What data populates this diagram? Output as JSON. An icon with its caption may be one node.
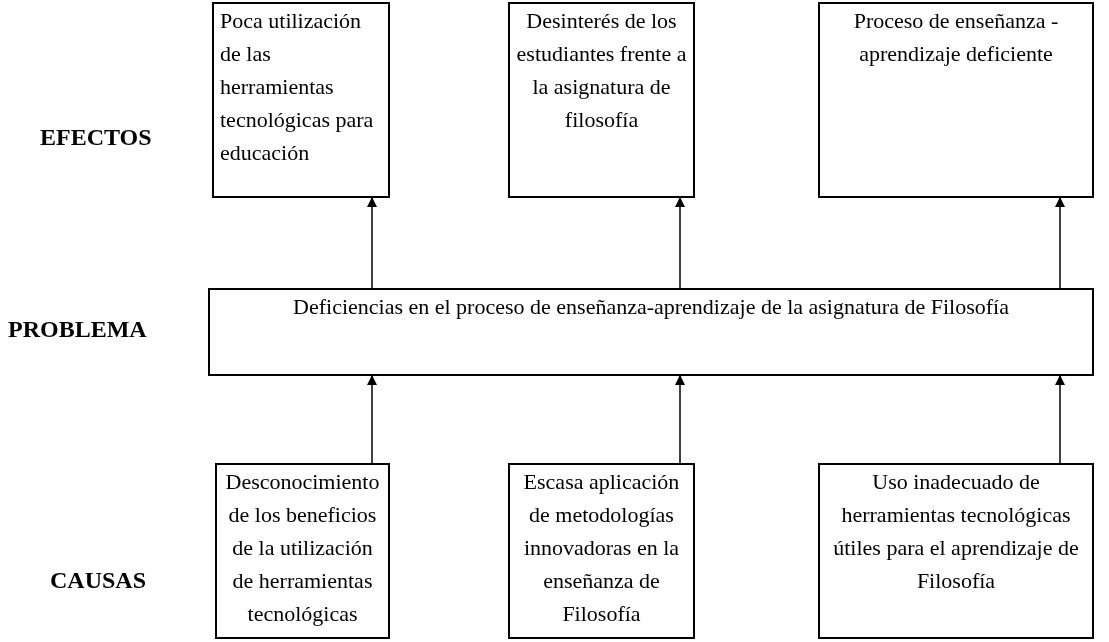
{
  "diagram": {
    "nodes": [
      {
        "text": [
          "Poca utilización de las herramientas tecnológicas para educación"
        ]
      },
      {
        "text": [
          "Desinterés de los estudiantes frente a la asignatura de filosofía"
        ]
      },
      {
        "text": [
          "Proceso de enseñanza - aprendizaje deficiente"
        ]
      },
      {
        "text": [
          "Deficiencias en el proceso de enseñanza-aprendizaje de la asignatura de Filosofía"
        ]
      },
      {
        "text": [
          "Desconocimiento de los beneficios de la utilización de herramientas tecnológicas"
        ]
      },
      {
        "text": [
          "Escasa aplicación de metodologías innovadoras en la enseñanza de Filosofía"
        ]
      },
      {
        "text": [
          "Uso inadecuado de herramientas tecnológicas útiles para el aprendizaje de Filosofía"
        ]
      }
    ],
    "edges": [
      {
        "from": 3,
        "to": 0,
        "arrow": "to"
      },
      {
        "from": 3,
        "to": 1,
        "arrow": "to"
      },
      {
        "from": 3,
        "to": 2,
        "arrow": "to"
      },
      {
        "from": 4,
        "to": 3,
        "arrow": "to"
      },
      {
        "from": 5,
        "to": 3,
        "arrow": "to"
      },
      {
        "from": 6,
        "to": 3,
        "arrow": "to"
      }
    ],
    "labels": [
      "EFECTOS",
      "PROBLEMA",
      "CAUSAS"
    ]
  }
}
